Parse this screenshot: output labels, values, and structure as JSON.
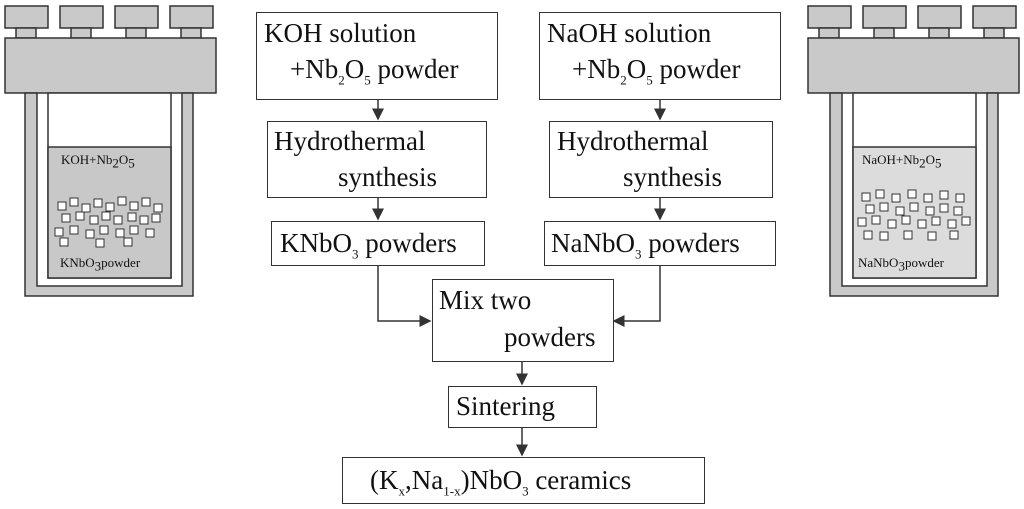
{
  "koh_start": {
    "line1": "KOH solution",
    "line2_prefix": "+Nb",
    "line2_sub1": "2",
    "line2_mid": "O",
    "line2_sub2": "5",
    "line2_suffix": " powder"
  },
  "naoh_start": {
    "line1": "NaOH solution",
    "line2_prefix": "+Nb",
    "line2_sub1": "2",
    "line2_mid": "O",
    "line2_sub2": "5",
    "line2_suffix": " powder"
  },
  "koh_hydro": {
    "line1": "Hydrothermal",
    "line2": "synthesis"
  },
  "naoh_hydro": {
    "line1": "Hydrothermal",
    "line2": "synthesis"
  },
  "knbo3": {
    "prefix": "KNbO",
    "sub": "3",
    "suffix": " powders"
  },
  "nanbo3": {
    "prefix": "NaNbO",
    "sub": "3",
    "suffix": " powders"
  },
  "mix": {
    "line1": "Mix two",
    "line2": "powders"
  },
  "sinter": {
    "label": "Sintering"
  },
  "ceramics": {
    "p1": "(K",
    "s1": "x",
    "p2": ",Na",
    "s2": "1-x",
    "p3": ")NbO",
    "s3": "3",
    "p4": " ceramics"
  },
  "left_vessel": {
    "top_prefix": "KOH+Nb",
    "top_sub1": "2",
    "top_mid": "O",
    "top_sub2": "5",
    "bot_prefix": "KNbO",
    "bot_sub": "3",
    "bot_suffix": "powder"
  },
  "right_vessel": {
    "top_prefix": "NaOH+Nb",
    "top_sub1": "2",
    "top_mid": "O",
    "top_sub2": "5",
    "bot_prefix": "NaNbO",
    "bot_sub": "3",
    "bot_suffix": "powder"
  }
}
